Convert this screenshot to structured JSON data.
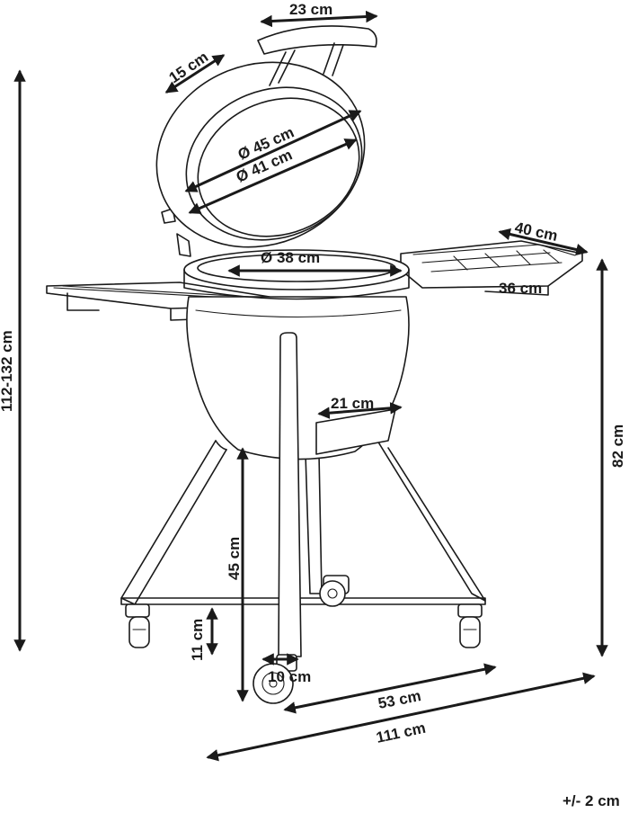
{
  "labels": {
    "handle_width": "23 cm",
    "hinge_width": "15 cm",
    "lid_outer_diameter": "Ø 45 cm",
    "lid_inner_diameter": "Ø 41 cm",
    "grill_diameter": "Ø 38 cm",
    "shelf_length": "40 cm",
    "shelf_depth": "36 cm",
    "vent_width": "21 cm",
    "total_height": "112-132 cm",
    "shelf_height": "82 cm",
    "leg_height": "45 cm",
    "wheel_height": "11 cm",
    "wheel_diameter": "10 cm",
    "stand_width": "53 cm",
    "total_width": "111 cm",
    "tolerance": "+/- 2 cm"
  }
}
